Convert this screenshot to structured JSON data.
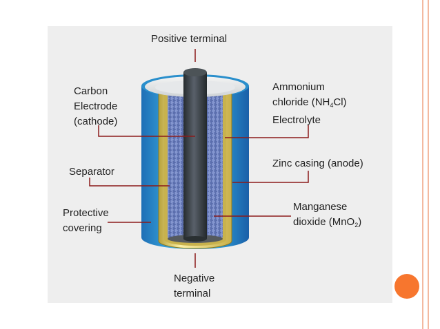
{
  "diagram": {
    "labels": {
      "positive_terminal": "Positive terminal",
      "carbon_line1": "Carbon",
      "carbon_line2": "Electrode",
      "carbon_line3": "(cathode)",
      "ammonium_line1": "Ammonium",
      "ammonium_line2_pre": "chloride (NH",
      "ammonium_line2_sub": "4",
      "ammonium_line2_post": "Cl)",
      "ammonium_line3": "Electrolyte",
      "zinc": "Zinc casing (anode)",
      "separator": "Separator",
      "protective_line1": "Protective",
      "protective_line2": "covering",
      "manganese_line1": "Manganese",
      "manganese_line2_pre": "dioxide (MnO",
      "manganese_line2_sub": "2",
      "manganese_line2_post": ")",
      "negative_line1": "Negative",
      "negative_line2": "terminal"
    }
  },
  "colors": {
    "panel_bg": "#eeeeee",
    "outer_blue": "#2e9fd6",
    "zinc_yellow": "#f2e07a",
    "mno2_blue": "#6f86c6",
    "carbon_rod": "#3b4244",
    "leader_line": "#8b1a1a",
    "accent_orange": "#f7762e"
  }
}
